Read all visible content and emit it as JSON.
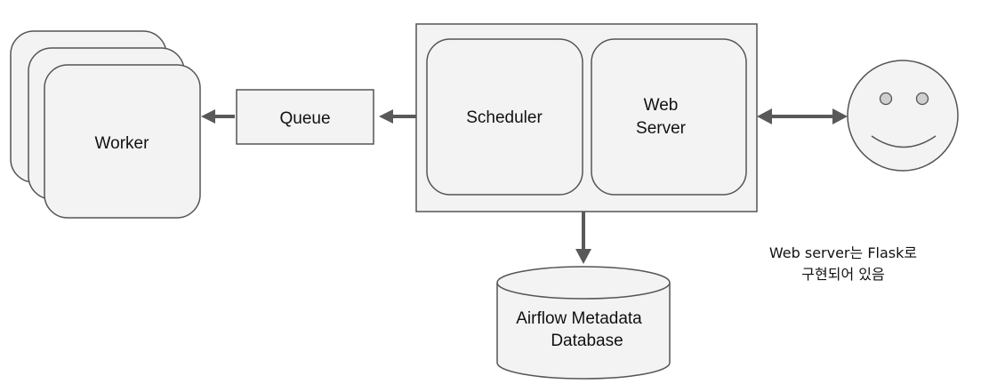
{
  "nodes": {
    "worker": {
      "label": "Worker"
    },
    "queue": {
      "label": "Queue"
    },
    "scheduler": {
      "label": "Scheduler"
    },
    "web_server": {
      "label_line1": "Web",
      "label_line2": "Server"
    },
    "database": {
      "label_line1": "Airflow Metadata",
      "label_line2": "Database"
    }
  },
  "note": {
    "line1": "Web server는 Flask로",
    "line2": "구현되어 있음"
  },
  "colors": {
    "box_fill": "#f3f3f3",
    "stroke": "#555555",
    "arrow": "#595959",
    "text": "#111111"
  }
}
